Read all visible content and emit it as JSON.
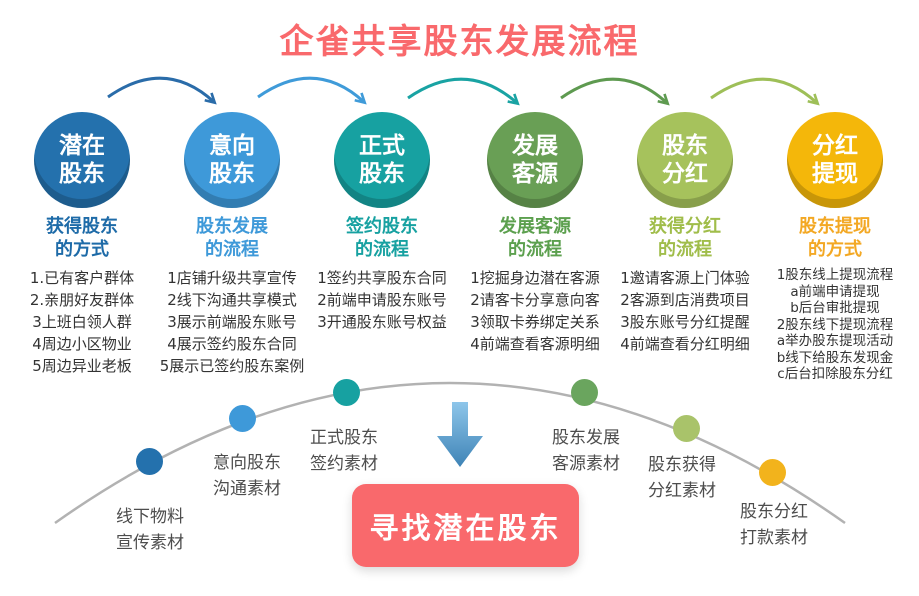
{
  "title": "企雀共享股东发展流程",
  "colors": {
    "title": "#f9696c",
    "arc": "#b2b2b2",
    "cta_bg": "#f9696c",
    "cta_text": "#ffffff"
  },
  "stages": [
    {
      "circle_line1": "潜在",
      "circle_line2": "股东",
      "subtitle_line1": "获得股东",
      "subtitle_line2": "的方式",
      "color": "#2471ad",
      "subtitle_color": "#1e6ba8",
      "items": [
        "1.已有客户群体",
        "2.亲朋好友群体",
        "3上班白领人群",
        "4周边小区物业",
        "5周边异业老板"
      ]
    },
    {
      "circle_line1": "意向",
      "circle_line2": "股东",
      "subtitle_line1": "股东发展",
      "subtitle_line2": "的流程",
      "color": "#3e99d9",
      "subtitle_color": "#3e99d9",
      "items": [
        "1店铺升级共享宣传",
        "2线下沟通共享模式",
        "3展示前端股东账号",
        "4展示签约股东合同",
        "5展示已签约股东案例"
      ]
    },
    {
      "circle_line1": "正式",
      "circle_line2": "股东",
      "subtitle_line1": "签约股东",
      "subtitle_line2": "的流程",
      "color": "#17a1a1",
      "subtitle_color": "#17a1a1",
      "items": [
        "1签约共享股东合同",
        "2前端申请股东账号",
        "3开通股东账号权益"
      ]
    },
    {
      "circle_line1": "发展",
      "circle_line2": "客源",
      "subtitle_line1": "发展客源",
      "subtitle_line2": "的流程",
      "color": "#699f55",
      "subtitle_color": "#5ca04e",
      "items": [
        "1挖掘身边潜在客源",
        "2请客卡分享意向客",
        "3领取卡券绑定关系",
        "4前端查看客源明细"
      ]
    },
    {
      "circle_line1": "股东",
      "circle_line2": "分红",
      "subtitle_line1": "获得分红",
      "subtitle_line2": "的流程",
      "color": "#a6c25c",
      "subtitle_color": "#a0bd4a",
      "items": [
        "1邀请客源上门体验",
        "2客源到店消费项目",
        "3股东账号分红提醒",
        "4前端查看分红明细"
      ]
    },
    {
      "circle_line1": "分红",
      "circle_line2": "提现",
      "subtitle_line1": "股东提现",
      "subtitle_line2": "的方式",
      "color": "#f4b70a",
      "subtitle_color": "#f3a824",
      "items": [
        "1股东线上提现流程",
        "a前端申请提现",
        "b后台审批提现",
        "2股东线下提现流程",
        "a举办股东提现活动",
        "b线下给股东发现金",
        "c后台扣除股东分红"
      ]
    }
  ],
  "arrows": [
    "#2a6ca9",
    "#3f9bd9",
    "#19a3a3",
    "#5e9a50",
    "#9ebf58"
  ],
  "timeline": {
    "dots": [
      {
        "color": "#2471ad",
        "label_line1": "线下物料",
        "label_line2": "宣传素材"
      },
      {
        "color": "#3e99d9",
        "label_line1": "意向股东",
        "label_line2": "沟通素材"
      },
      {
        "color": "#17a1a1",
        "label_line1": "正式股东",
        "label_line2": "签约素材"
      },
      {
        "color": "#6aa55e",
        "label_line1": "股东发展",
        "label_line2": "客源素材"
      },
      {
        "color": "#a9c36a",
        "label_line1": "股东获得",
        "label_line2": "分红素材"
      },
      {
        "color": "#f2b31c",
        "label_line1": "股东分红",
        "label_line2": "打款素材"
      }
    ]
  },
  "cta": {
    "label": "寻找潜在股东"
  }
}
